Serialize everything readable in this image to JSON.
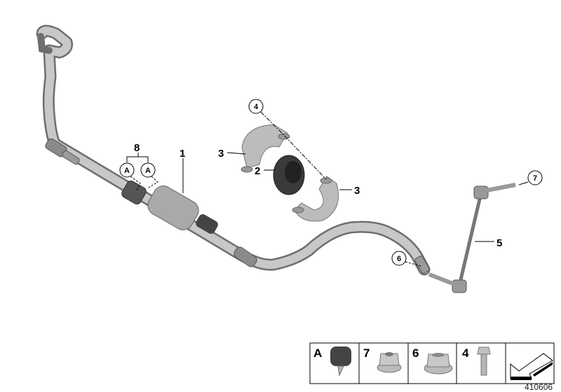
{
  "diagram_number": "410606",
  "callouts": {
    "stabilizer_bar": "1",
    "rubber_mounting": "2",
    "bracket_left": "3",
    "bracket_right": "3",
    "bracket_bolt": "4",
    "link": "5",
    "link_nut_lower": "6",
    "link_nut_upper": "7",
    "set_number": "8",
    "clip_a_left": "A",
    "clip_a_right": "A"
  },
  "legend": [
    {
      "label": "A",
      "icon": "rivet-clip-icon"
    },
    {
      "label": "7",
      "icon": "flange-nut-icon"
    },
    {
      "label": "6",
      "icon": "self-locking-nut-icon"
    },
    {
      "label": "4",
      "icon": "hex-bolt-icon"
    },
    {
      "label": "",
      "icon": "direction-arrow-icon"
    }
  ],
  "colors": {
    "part": "#b9b9b9",
    "part_dark": "#6e6e6e",
    "rubber": "#3a3a3a",
    "line": "#000000"
  }
}
